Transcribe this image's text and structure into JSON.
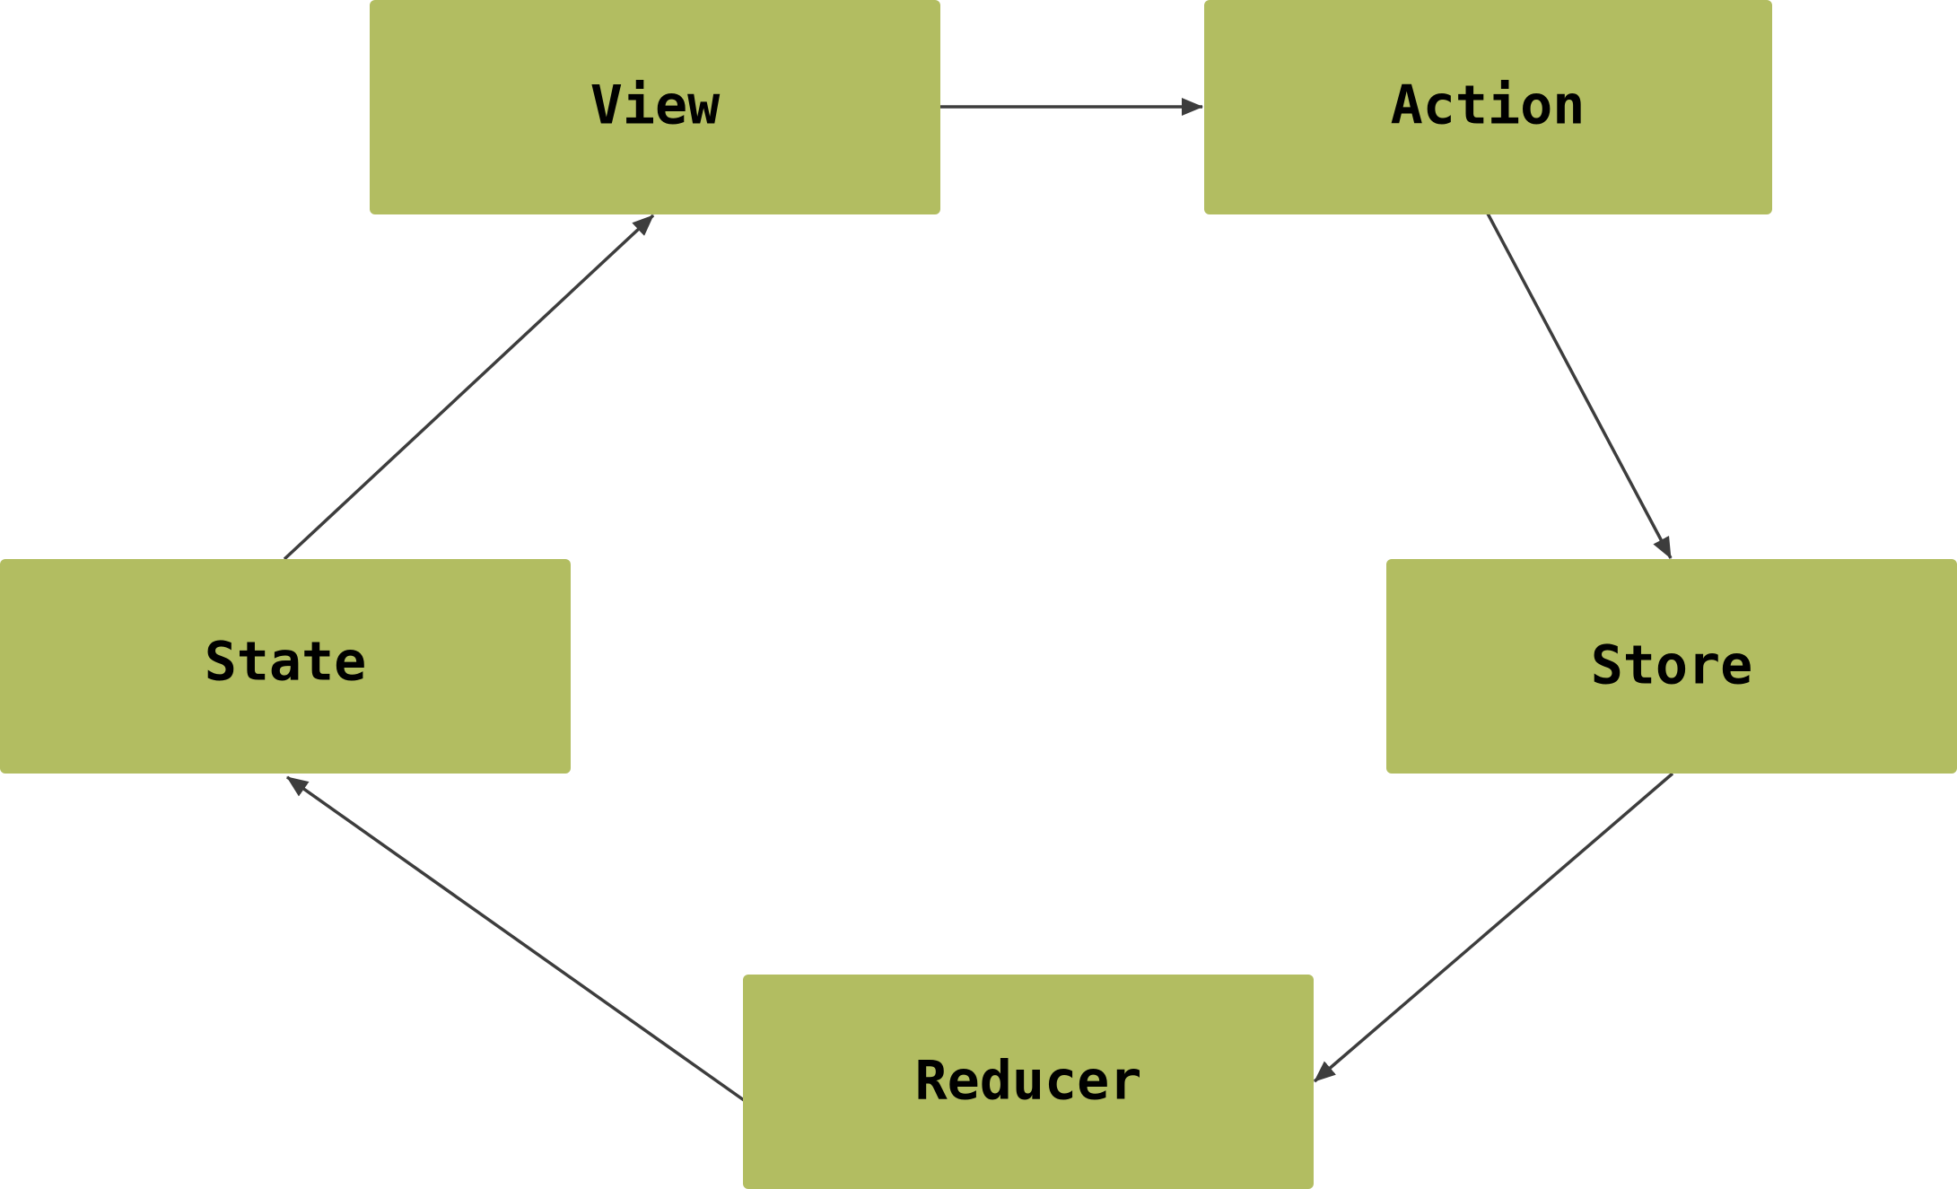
{
  "diagram": {
    "nodes": {
      "view": {
        "label": "View"
      },
      "action": {
        "label": "Action"
      },
      "store": {
        "label": "Store"
      },
      "reducer": {
        "label": "Reducer"
      },
      "state": {
        "label": "State"
      }
    },
    "edges": [
      {
        "from": "View",
        "to": "Action"
      },
      {
        "from": "Action",
        "to": "Store"
      },
      {
        "from": "Store",
        "to": "Reducer"
      },
      {
        "from": "Reducer",
        "to": "State"
      },
      {
        "from": "State",
        "to": "View"
      }
    ],
    "colors": {
      "node_fill": "#b2bd61",
      "edge": "#3d3d3d",
      "label": "#000000"
    }
  }
}
